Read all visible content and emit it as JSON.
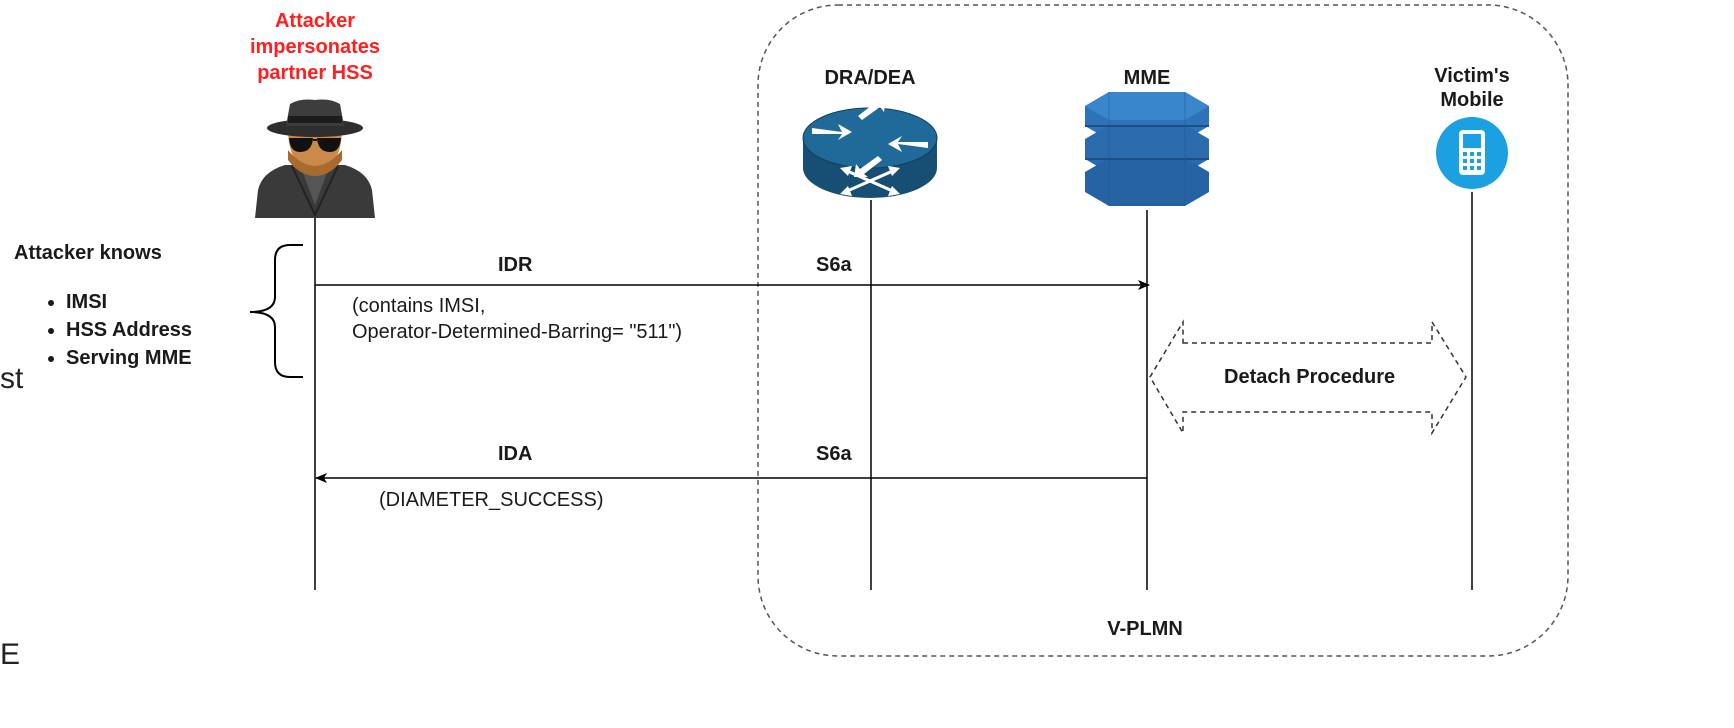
{
  "attacker": {
    "title_lines": [
      "Attacker",
      "impersonates",
      "partner HSS"
    ],
    "icon": "spy-icon"
  },
  "knowledge": {
    "title": "Attacker knows",
    "items": [
      "IMSI",
      "HSS Address",
      "Serving MME"
    ]
  },
  "nodes": {
    "dra": {
      "label": "DRA/DEA",
      "icon": "router-icon"
    },
    "mme": {
      "label": "MME",
      "icon": "mme-stack-icon"
    },
    "mobile": {
      "label_lines": [
        "Victim's",
        "Mobile"
      ],
      "icon": "mobile-phone-icon"
    }
  },
  "messages": {
    "idr": {
      "label": "IDR",
      "interface": "S6a",
      "note_lines": [
        "(contains IMSI,",
        "Operator-Determined-Barring= \"511\")"
      ]
    },
    "ida": {
      "label": "IDA",
      "interface": "S6a",
      "note": "(DIAMETER_SUCCESS)"
    }
  },
  "detach": {
    "label": "Detach Procedure"
  },
  "network": {
    "label": "V-PLMN"
  },
  "edge_fragments": {
    "left_mid": "st",
    "left_bottom": "E"
  },
  "colors": {
    "attacker_red": "#ff1f1f",
    "router_blue": "#1f5f8b",
    "mme_blue": "#2e73b8",
    "mobile_blue": "#1ba1e2"
  }
}
